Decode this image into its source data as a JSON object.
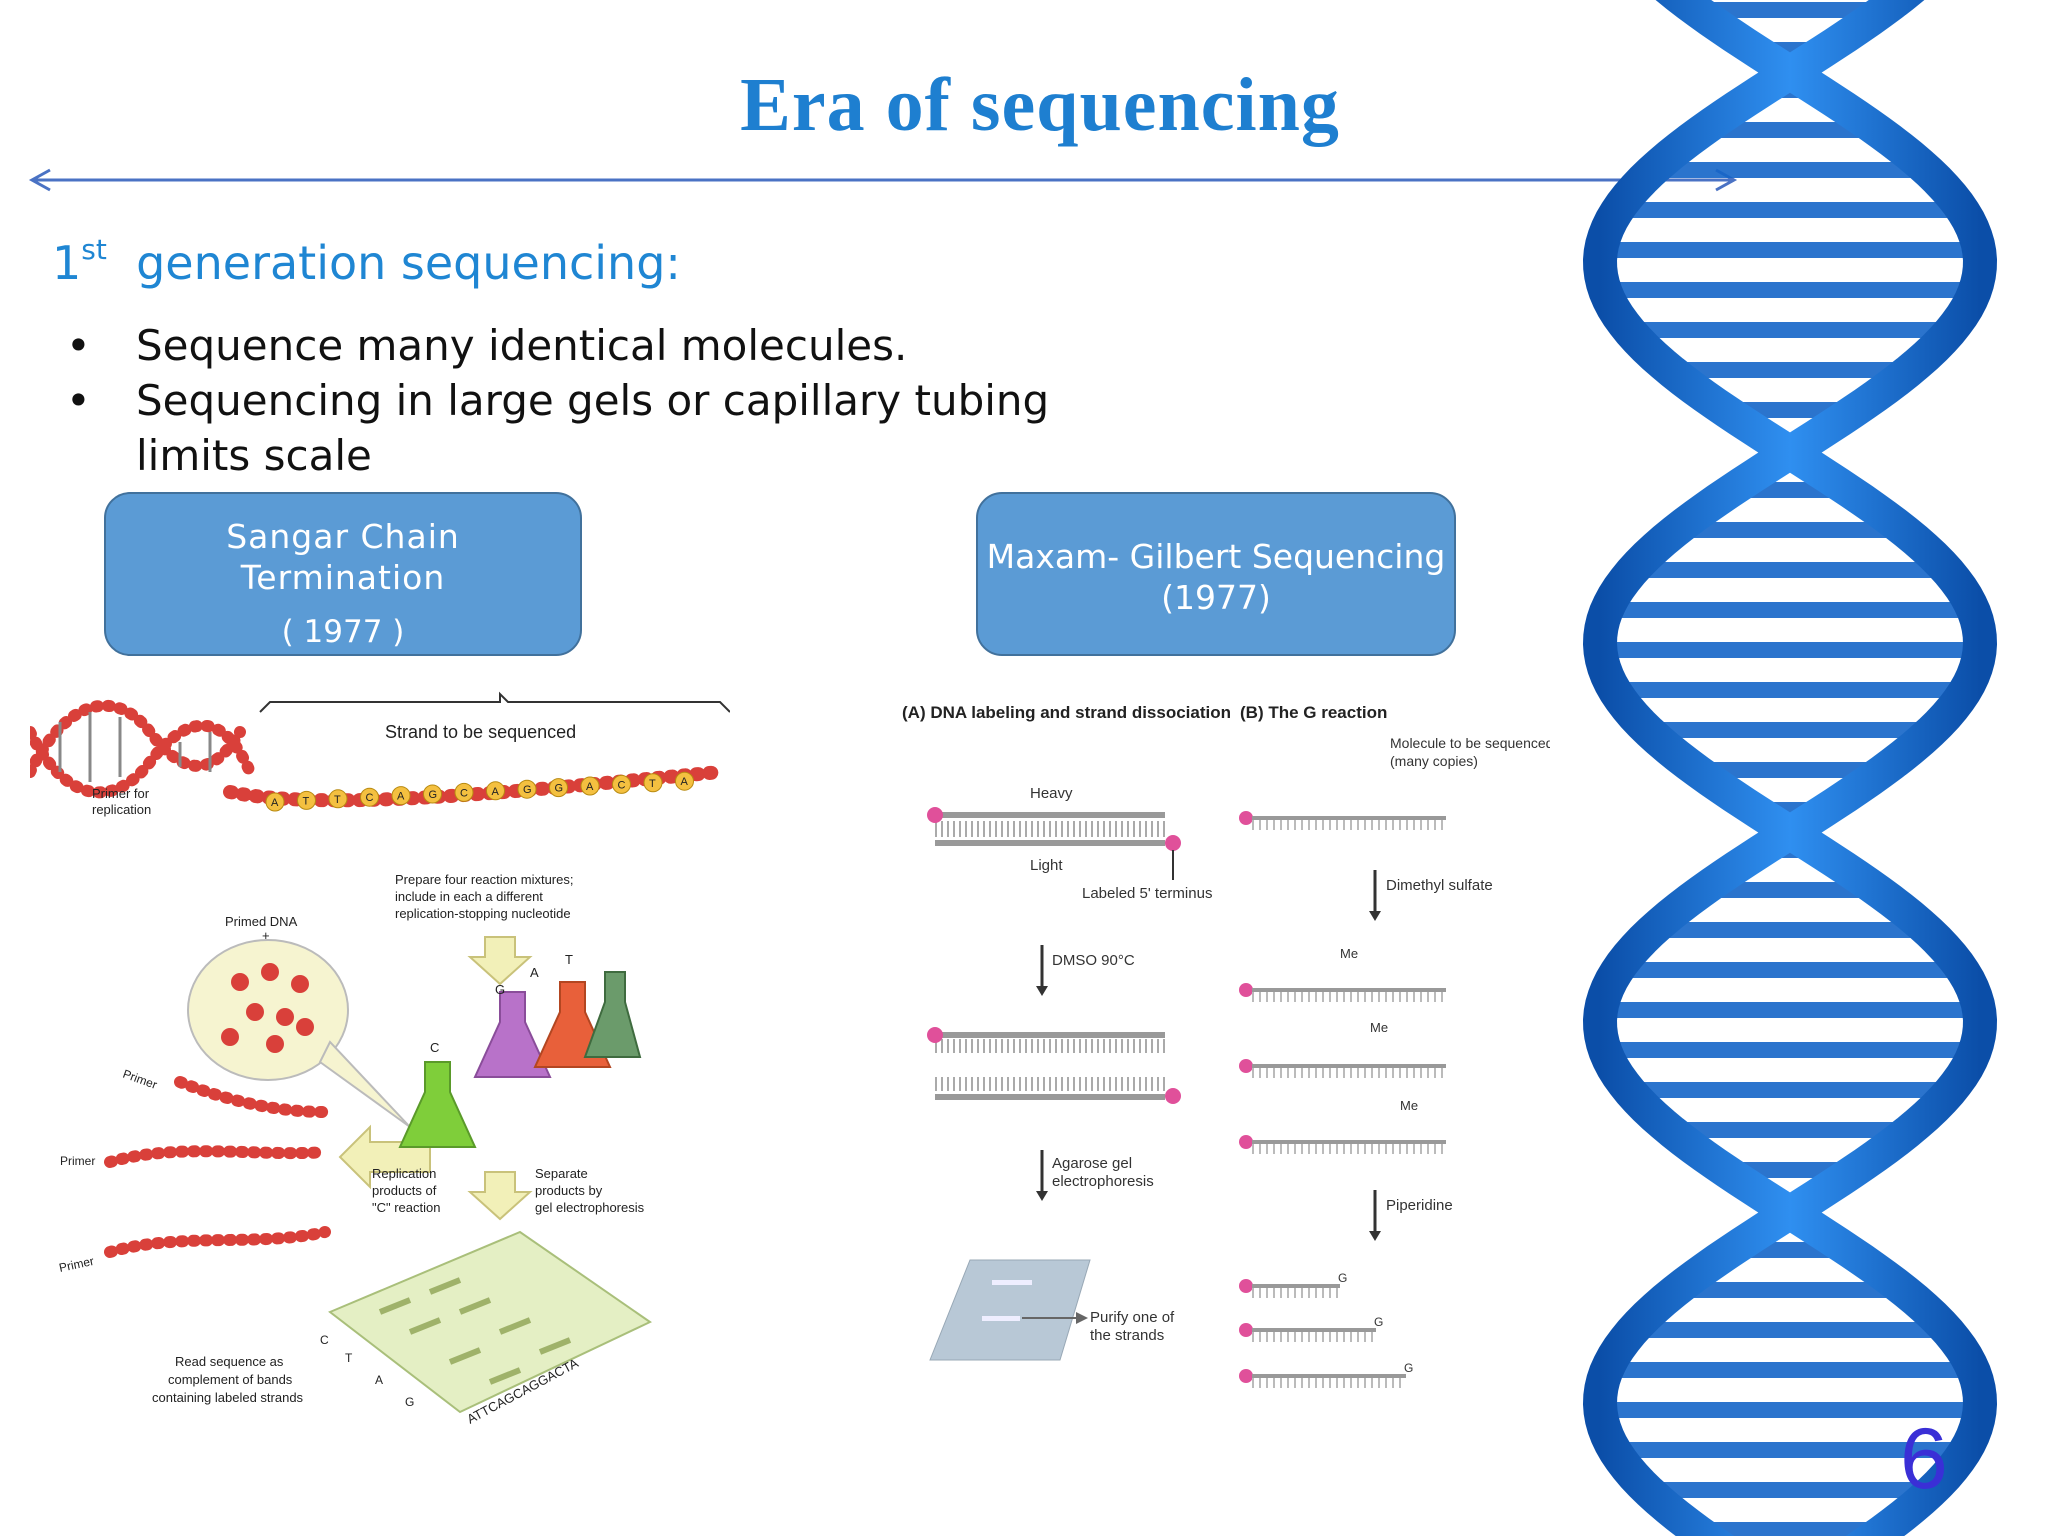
{
  "slide": {
    "title": "Era of sequencing",
    "subtitle_prefix": "1",
    "subtitle_sup": "st",
    "subtitle_text": "generation sequencing:",
    "bullet_char": "•",
    "bullets": [
      "Sequence many identical molecules.",
      "Sequencing in large gels or capillary tubing limits  scale"
    ],
    "page_number": "6"
  },
  "boxes": {
    "sanger": {
      "line1": "Sangar Chain",
      "line2": "Termination",
      "line3": "( 1977 )"
    },
    "maxam": {
      "line1": "Maxam- Gilbert Sequencing",
      "line2": "(1977)"
    }
  },
  "sanger_figure": {
    "strand_label": "Strand to be sequenced",
    "primer_label": "Primer for replication",
    "primer_label_1": "Primer for",
    "primer_label_2": "replication",
    "strand_bases": [
      "A",
      "T",
      "T",
      "C",
      "A",
      "G",
      "C",
      "A",
      "G",
      "G",
      "A",
      "C",
      "T",
      "A"
    ],
    "prepare_1": "Prepare four reaction mixtures;",
    "prepare_2": "include in each a different",
    "prepare_3": "replication-stopping nucleotide",
    "primed_dna": "Primed DNA",
    "plus": "+",
    "flask_labels": [
      "C",
      "G",
      "A",
      "T"
    ],
    "primer": "Primer",
    "replication_1": "Replication",
    "replication_2": "products of",
    "replication_3": "\"C\" reaction",
    "separate_1": "Separate",
    "separate_2": "products by",
    "separate_3": "gel electrophoresis",
    "read_1": "Read sequence as",
    "read_2": "complement of bands",
    "read_3": "containing labeled strands",
    "read_sequence": "ATTCAGCAGGACTA",
    "gel_side_labels": [
      "C",
      "T",
      "A",
      "G"
    ]
  },
  "maxam_figure": {
    "panel_a": "(A)  DNA labeling and strand dissociation",
    "panel_b": "(B)  The G reaction",
    "heavy": "Heavy",
    "light": "Light",
    "labeled_terminus": "Labeled 5' terminus",
    "dmso": "DMSO 90°C",
    "agarose_1": "Agarose gel",
    "agarose_2": "electrophoresis",
    "purify_1": "Purify one of",
    "purify_2": "the strands",
    "molecule_1": "Molecule to be sequenced",
    "molecule_2": "(many copies)",
    "dimethyl": "Dimethyl sulfate",
    "me": "Me",
    "piperidine": "Piperidine",
    "g": "G"
  },
  "colors": {
    "title": "#1e7fd0",
    "subtitle": "#1f86d3",
    "box_fill": "#5b9bd5",
    "box_border": "#41719c",
    "helix": "#1a73d9",
    "page_number": "#3a2fd6"
  }
}
